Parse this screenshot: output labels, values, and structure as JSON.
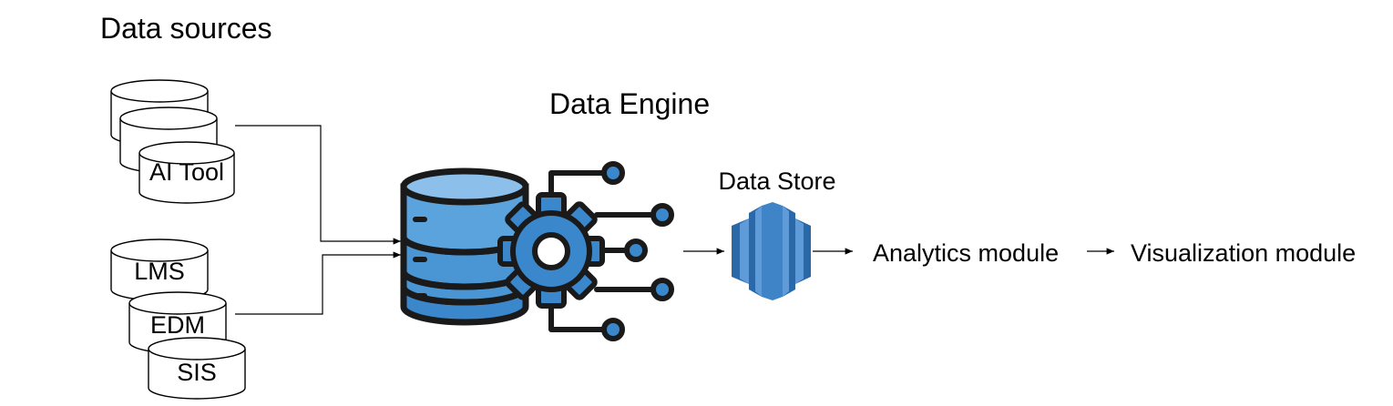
{
  "diagram": {
    "data_sources_title": "Data sources",
    "data_engine_title": "Data Engine",
    "data_store_label": "Data Store",
    "analytics_label": "Analytics module",
    "visualization_label": "Visualization module",
    "source_group_top": {
      "front_label": "AI Tool"
    },
    "source_group_bottom": {
      "labels": [
        "LMS",
        "EDM",
        "SIS"
      ]
    }
  },
  "colors": {
    "db_light": "#8CC0EA",
    "db_mid": "#5BA3DD",
    "db_dark": "#3A87CC",
    "outline": "#1A1A1A",
    "store_dark": "#2B68A8",
    "store_mid": "#3E84C6",
    "store_light": "#5E9BD8"
  }
}
